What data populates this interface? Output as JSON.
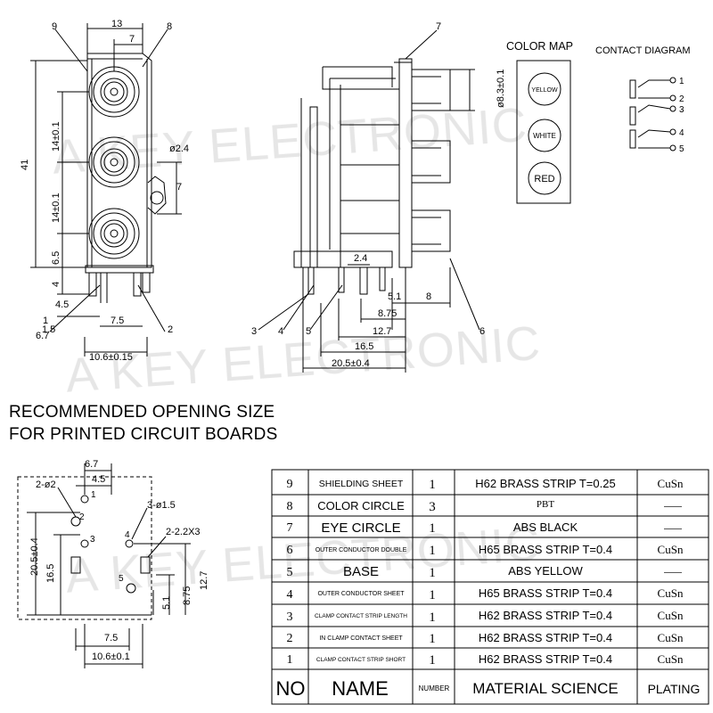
{
  "watermark": "A KEY ELECTRONIC",
  "front_view": {
    "dims": [
      "13",
      "7",
      "41",
      "14±0.1",
      "14±0.1",
      "6.5",
      "4",
      "4.5",
      "7.5",
      "1.5",
      "6.7",
      "10.6±0.15",
      "ø2.4",
      "7"
    ],
    "callouts": [
      "9",
      "8",
      "1",
      "2"
    ]
  },
  "side_view": {
    "dims": [
      "ø8.3±0.1",
      "2.4",
      "5.1",
      "8",
      "8.75",
      "12.7",
      "16.5",
      "20.5±0.4"
    ],
    "callouts": [
      "7",
      "3",
      "4",
      "5",
      "6"
    ]
  },
  "color_map": {
    "title": "COLOR MAP",
    "colors": [
      "YELLOW",
      "WHITE",
      "RED"
    ]
  },
  "contact_diagram": {
    "title": "CONTACT DIAGRAM",
    "pins": [
      "1",
      "2",
      "3",
      "4",
      "5"
    ]
  },
  "pcb": {
    "heading_line1": "RECOMMENDED OPENING SIZE",
    "heading_line2": "FOR PRINTED CIRCUIT BOARDS",
    "dims": [
      "6.7",
      "4.5",
      "2-ø2",
      "3-ø1.5",
      "2-2.2X3",
      "20.5±0.4",
      "16.5",
      "12.7",
      "8.75",
      "5.1",
      "7.5",
      "10.6±0.1"
    ],
    "hole_labels": [
      "1",
      "2",
      "3",
      "4",
      "5"
    ]
  },
  "bom": {
    "rows": [
      {
        "no": "9",
        "name": "SHIELDING SHEET",
        "qty": "1",
        "material": "H62 BRASS STRIP T=0.25",
        "plating": "CuSn"
      },
      {
        "no": "8",
        "name": "COLOR CIRCLE",
        "qty": "3",
        "material": "PBT",
        "plating": "——"
      },
      {
        "no": "7",
        "name": "EYE CIRCLE",
        "qty": "1",
        "material": "ABS BLACK",
        "plating": "——"
      },
      {
        "no": "6",
        "name": "OUTER CONDUCTOR DOUBLE",
        "qty": "1",
        "material": "H65 BRASS STRIP T=0.4",
        "plating": "CuSn"
      },
      {
        "no": "5",
        "name": "BASE",
        "qty": "1",
        "material": "ABS YELLOW",
        "plating": "——"
      },
      {
        "no": "4",
        "name": "OUTER CONDUCTOR SHEET",
        "qty": "1",
        "material": "H65 BRASS STRIP T=0.4",
        "plating": "CuSn"
      },
      {
        "no": "3",
        "name": "CLAMP CONTACT STRIP LENGTH",
        "qty": "1",
        "material": "H62 BRASS STRIP T=0.4",
        "plating": "CuSn"
      },
      {
        "no": "2",
        "name": "IN CLAMP CONTACT SHEET",
        "qty": "1",
        "material": "H62 BRASS STRIP T=0.4",
        "plating": "CuSn"
      },
      {
        "no": "1",
        "name": "CLAMP CONTACT STRIP SHORT",
        "qty": "1",
        "material": "H62 BRASS STRIP T=0.4",
        "plating": "CuSn"
      }
    ],
    "header": {
      "no": "NO",
      "name": "NAME",
      "qty": "NUMBER",
      "material": "MATERIAL SCIENCE",
      "plating": "PLATING"
    }
  }
}
